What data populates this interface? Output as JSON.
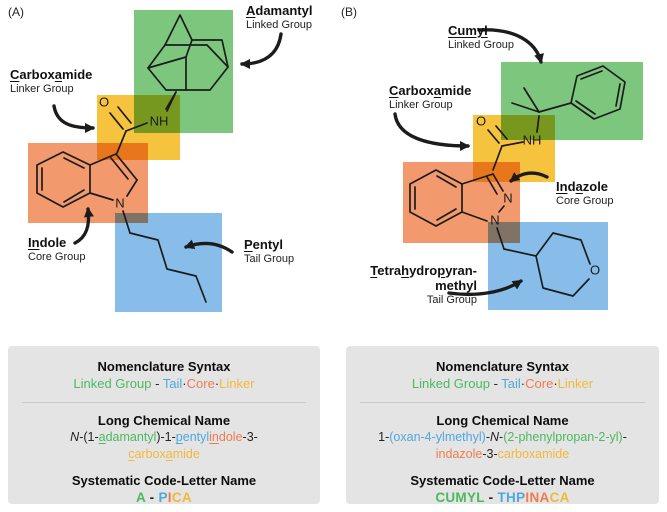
{
  "colors": {
    "box_green": "#7cc67e",
    "box_yellow": "#f5c33e",
    "box_orange": "#f29a6e",
    "box_blue": "#87bde8",
    "text_green": "#4cb860",
    "text_blue": "#4fa8dc",
    "text_orange": "#f07c4e",
    "text_yellow": "#f2b83a",
    "ink": "#1c1c1c",
    "panel_bg": "#e4e4e4"
  },
  "figure": {
    "panel_a": {
      "tag": "(A)",
      "labels": {
        "adamantyl": {
          "title_segments": [
            {
              "t": "A",
              "u": 1
            },
            {
              "t": "damantyl"
            }
          ],
          "subtitle": "Linked Group"
        },
        "carboxamide": {
          "title_segments": [
            {
              "t": "C",
              "u": 1
            },
            {
              "t": "arbox"
            },
            {
              "t": "a",
              "u": 1
            },
            {
              "t": "mide"
            }
          ],
          "subtitle": "Linker Group"
        },
        "indole": {
          "title_segments": [
            {
              "t": "In",
              "u": 1
            },
            {
              "t": "dole"
            }
          ],
          "subtitle": "Core Group"
        },
        "pentyl": {
          "title_segments": [
            {
              "t": "P",
              "u": 1
            },
            {
              "t": "entyl"
            }
          ],
          "subtitle": "Tail Group"
        }
      },
      "atoms": {
        "o": "O",
        "nh": "NH",
        "n1": "N"
      },
      "info": {
        "syntax_title": "Nomenclature Syntax",
        "syntax_segments": [
          {
            "t": "Linked Group",
            "c": "green"
          },
          {
            "t": " - ",
            "c": "dark"
          },
          {
            "t": "Tail",
            "c": "blue"
          },
          {
            "t": "·",
            "c": "dark"
          },
          {
            "t": "Core",
            "c": "orange"
          },
          {
            "t": "·",
            "c": "dark"
          },
          {
            "t": "Linker",
            "c": "yellow"
          }
        ],
        "long_title": "Long Chemical Name",
        "long_line1_segments": [
          {
            "t": "N",
            "c": "dark",
            "i": 1
          },
          {
            "t": "-(1-",
            "c": "dark"
          },
          {
            "t": "a",
            "c": "green",
            "u": 1
          },
          {
            "t": "damantyl",
            "c": "green"
          },
          {
            "t": ")-1-",
            "c": "dark"
          },
          {
            "t": "p",
            "c": "blue",
            "u": 1
          },
          {
            "t": "entyl",
            "c": "blue"
          },
          {
            "t": "in",
            "c": "orange",
            "u": 1
          },
          {
            "t": "dole",
            "c": "orange"
          },
          {
            "t": "-3-",
            "c": "dark"
          }
        ],
        "long_line2_segments": [
          {
            "t": "c",
            "c": "yellow",
            "u": 1
          },
          {
            "t": "arbox",
            "c": "yellow"
          },
          {
            "t": "a",
            "c": "yellow",
            "u": 1
          },
          {
            "t": "mide",
            "c": "yellow"
          }
        ],
        "code_title": "Systematic Code-Letter Name",
        "code_segments": [
          {
            "t": "A",
            "c": "green"
          },
          {
            "t": " - ",
            "c": "dark"
          },
          {
            "t": "P",
            "c": "blue"
          },
          {
            "t": "I",
            "c": "orange"
          },
          {
            "t": "CA",
            "c": "yellow"
          }
        ]
      }
    },
    "panel_b": {
      "tag": "(B)",
      "labels": {
        "cumyl": {
          "title_segments": [
            {
              "t": "Cumyl",
              "u": 1
            }
          ],
          "subtitle": "Linked Group"
        },
        "carboxamide": {
          "title_segments": [
            {
              "t": "C",
              "u": 1
            },
            {
              "t": "arbox"
            },
            {
              "t": "a",
              "u": 1
            },
            {
              "t": "mide"
            }
          ],
          "subtitle": "Linker Group"
        },
        "indazole": {
          "title_segments": [
            {
              "t": "In",
              "u": 1
            },
            {
              "t": "d"
            },
            {
              "t": "a",
              "u": 1
            },
            {
              "t": "zole"
            }
          ],
          "subtitle": "Core Group"
        },
        "thp": {
          "title_line1_segments": [
            {
              "t": "T",
              "u": 1
            },
            {
              "t": "etra"
            },
            {
              "t": "h",
              "u": 1
            },
            {
              "t": "ydro"
            },
            {
              "t": "p",
              "u": 1
            },
            {
              "t": "yran-"
            }
          ],
          "title_line2": "methyl",
          "subtitle": "Tail Group"
        }
      },
      "atoms": {
        "o": "O",
        "nh": "NH",
        "n2": "N",
        "n1": "N",
        "ring_o": "O"
      },
      "info": {
        "syntax_title": "Nomenclature Syntax",
        "syntax_segments": [
          {
            "t": "Linked Group",
            "c": "green"
          },
          {
            "t": " - ",
            "c": "dark"
          },
          {
            "t": "Tail",
            "c": "blue"
          },
          {
            "t": "·",
            "c": "dark"
          },
          {
            "t": "Core",
            "c": "orange"
          },
          {
            "t": "·",
            "c": "dark"
          },
          {
            "t": "Linker",
            "c": "yellow"
          }
        ],
        "long_title": "Long Chemical Name",
        "long_line1_segments": [
          {
            "t": "1-",
            "c": "dark"
          },
          {
            "t": "(oxan-4-ylmethyl)",
            "c": "blue"
          },
          {
            "t": "-",
            "c": "dark"
          },
          {
            "t": "N",
            "c": "dark",
            "i": 1
          },
          {
            "t": "-",
            "c": "dark"
          },
          {
            "t": "(2-phenylpropan-2-yl)",
            "c": "green"
          },
          {
            "t": "-",
            "c": "dark"
          }
        ],
        "long_line2_segments": [
          {
            "t": "indazole",
            "c": "orange"
          },
          {
            "t": "-3-",
            "c": "dark"
          },
          {
            "t": "carboxamide",
            "c": "yellow"
          }
        ],
        "code_title": "Systematic Code-Letter Name",
        "code_segments": [
          {
            "t": "CUMYL",
            "c": "green"
          },
          {
            "t": " - ",
            "c": "dark"
          },
          {
            "t": "THP",
            "c": "blue"
          },
          {
            "t": "INA",
            "c": "orange"
          },
          {
            "t": "CA",
            "c": "yellow"
          }
        ]
      }
    }
  }
}
